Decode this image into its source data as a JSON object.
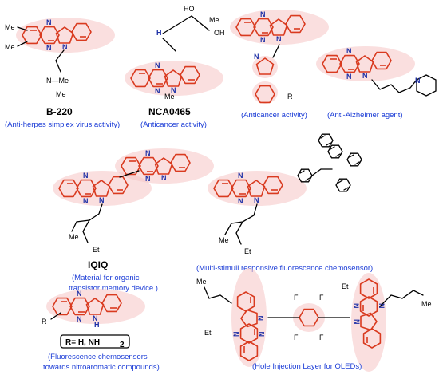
{
  "compounds": [
    {
      "name": "B-220",
      "activity": "(Anti-herpes simplex virus activity)",
      "substituent": "N—Me",
      "sub2": "Me"
    },
    {
      "name": "NCA0465",
      "activity": "(Anticancer activity)",
      "substituent": "Me",
      "groups": [
        "HO",
        "OH",
        "Me",
        "H"
      ]
    },
    {
      "name": "",
      "activity": "(Anticancer activity)",
      "substituent": "R"
    },
    {
      "name": "",
      "activity": "(Anti-Alzheimer agent)"
    },
    {
      "name": "IQIQ",
      "activity_line1": "(Material for organic",
      "activity_line2": "transistor memory device )"
    },
    {
      "name": "",
      "activity": "(Multi-stimuli responsive fluorescence chemosensor)"
    },
    {
      "name": "",
      "activity_line1": "(Fluorescence chemosensors",
      "activity_line2": "towards nitroaromatic compounds)",
      "substituent": "R",
      "rgroup": "R= H, NH"
    },
    {
      "name": "",
      "activity": "(Hole Injection Layer for OLEDs)",
      "fluoro": "F"
    }
  ],
  "atoms": {
    "N": "N",
    "H": "H",
    "Me": "Me",
    "Et": "Et",
    "F": "F"
  }
}
